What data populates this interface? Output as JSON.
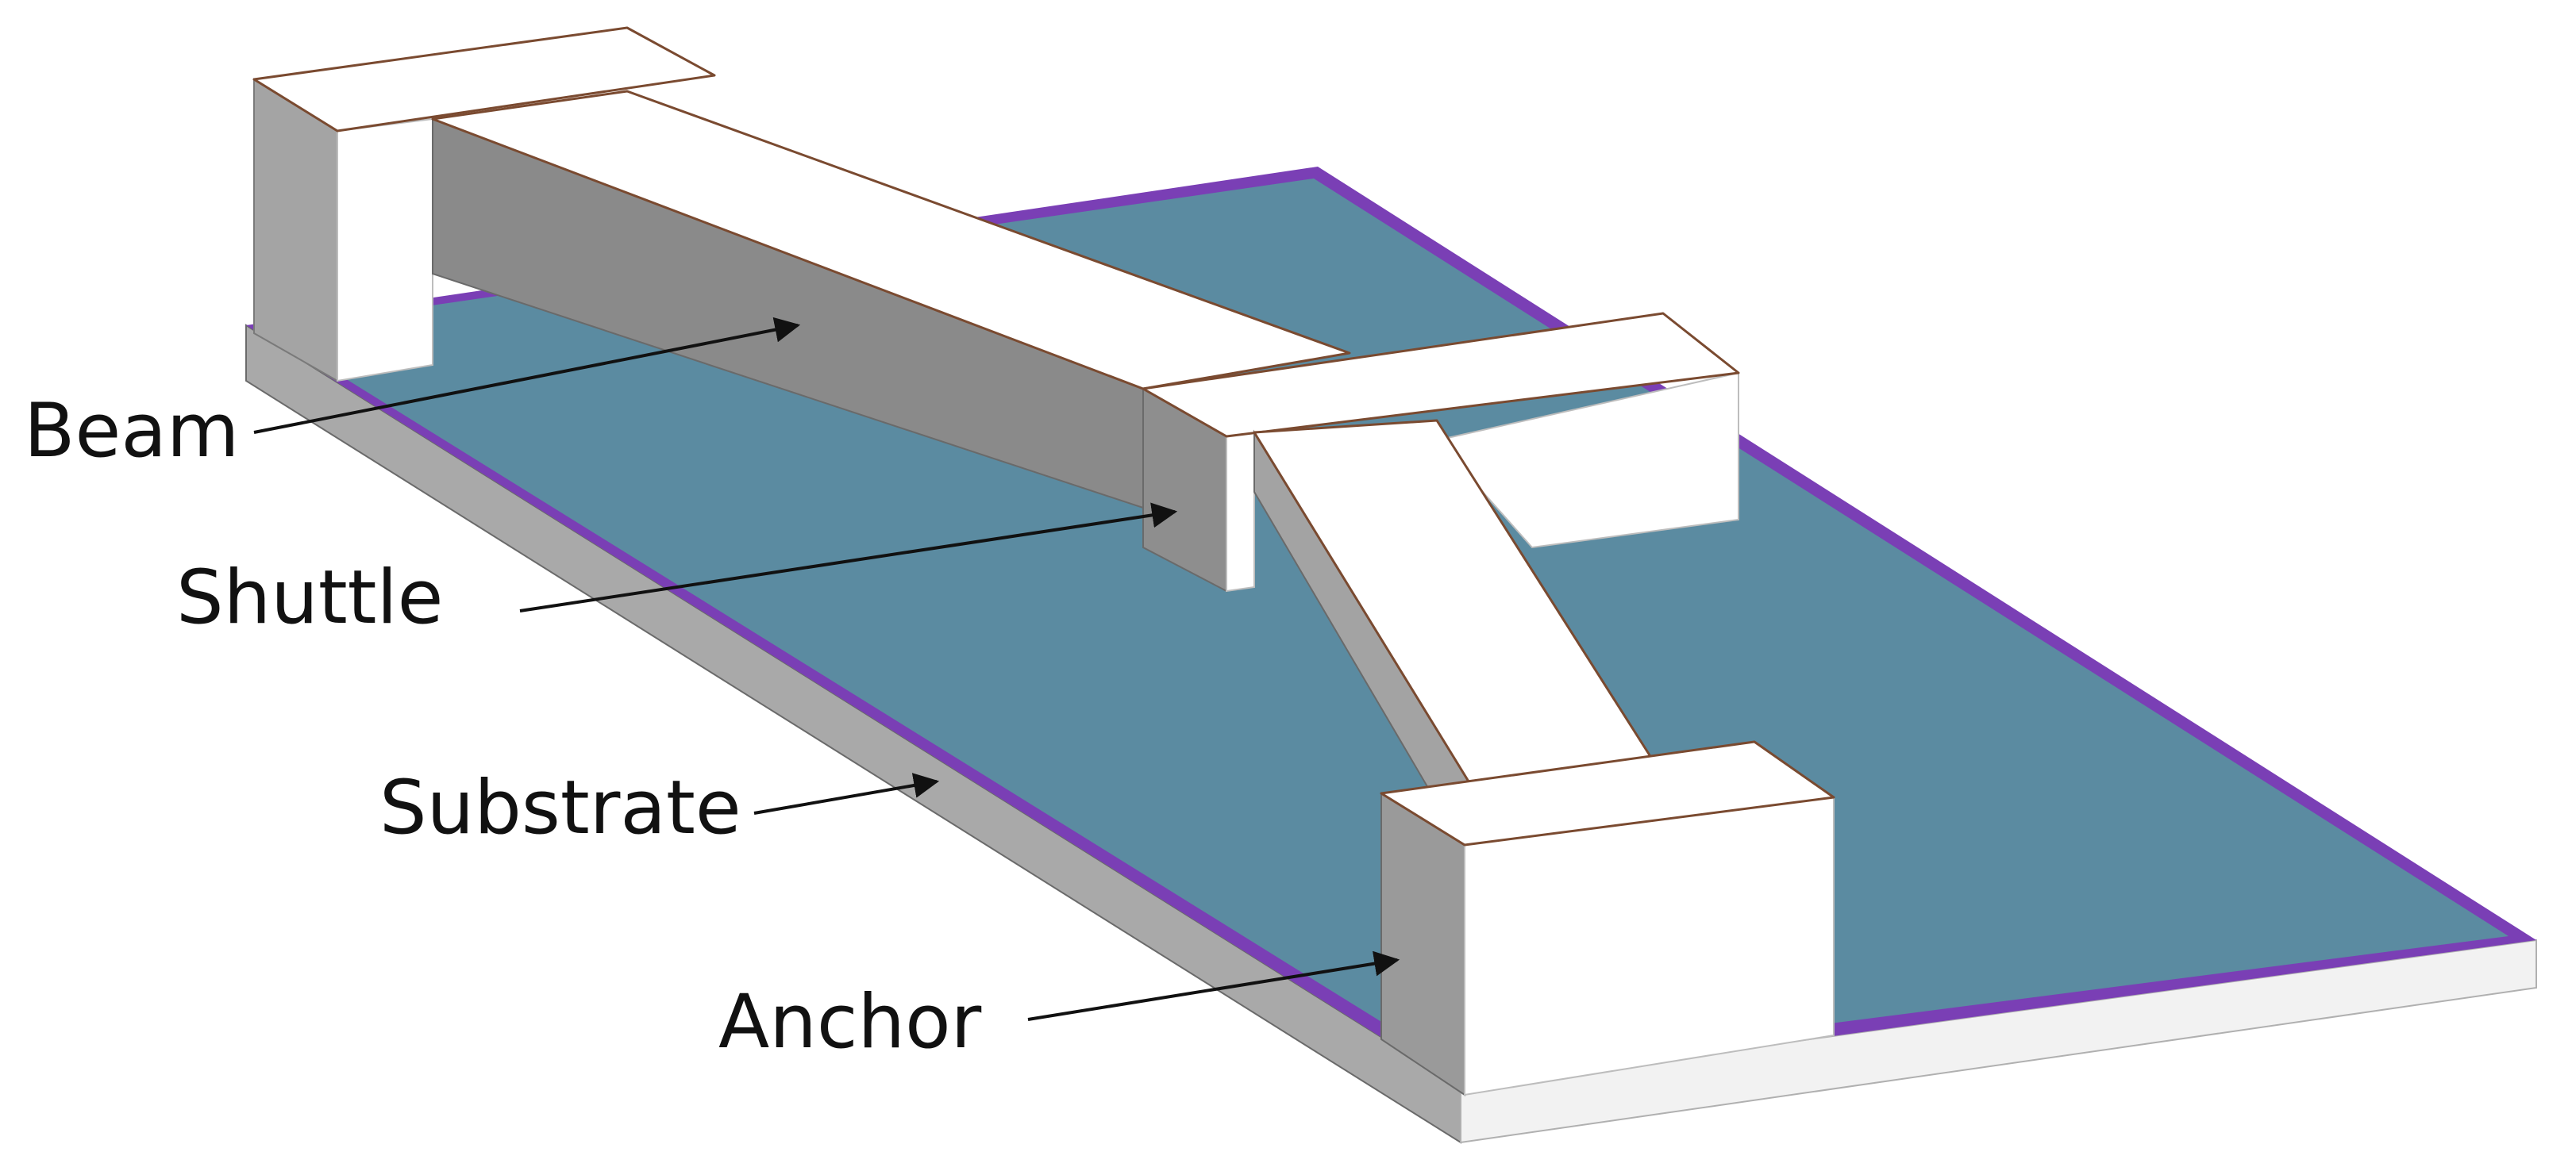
{
  "labels": {
    "beam": "Beam",
    "shuttle": "Shuttle",
    "substrate": "Substrate",
    "anchor": "Anchor"
  },
  "colors": {
    "substrate_top": "#5b8ba1",
    "substrate_border": "#7a3fb5",
    "structure_light": "#ffffff",
    "structure_dark": "#8a8a8a",
    "structure_mid": "#a6a6a6",
    "edge": "#7a4a30",
    "text": "#111111"
  }
}
